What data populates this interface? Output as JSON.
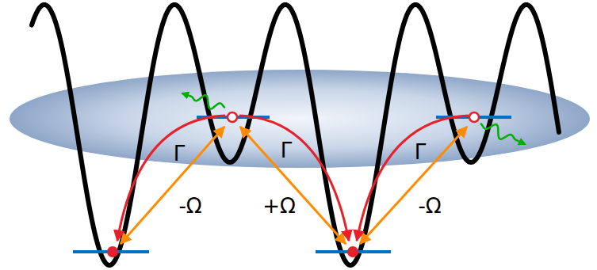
{
  "diagram": {
    "labels": [
      "Γ",
      "Γ",
      "Γ",
      "-Ω",
      "+Ω",
      "-Ω"
    ]
  }
}
